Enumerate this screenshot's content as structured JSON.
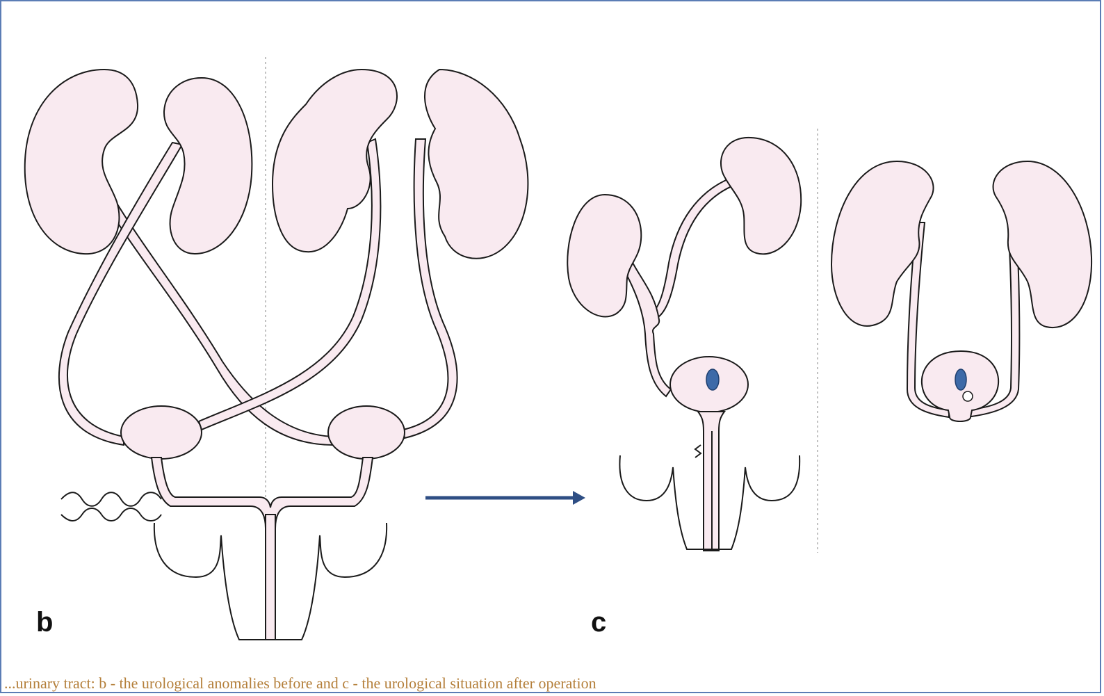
{
  "figure": {
    "panel_b_label": "b",
    "panel_c_label": "c",
    "caption_fragment": "...urinary tract: b - the urological anomalies before and c - the urological situation after operation"
  },
  "colors": {
    "organ_fill": "#f9eaf0",
    "outline": "#1a1a1a",
    "arrow": "#2e4e84",
    "marker": "#3d6aa8",
    "frame_border": "#5b7db5",
    "caption_color": "#b47f3a"
  }
}
